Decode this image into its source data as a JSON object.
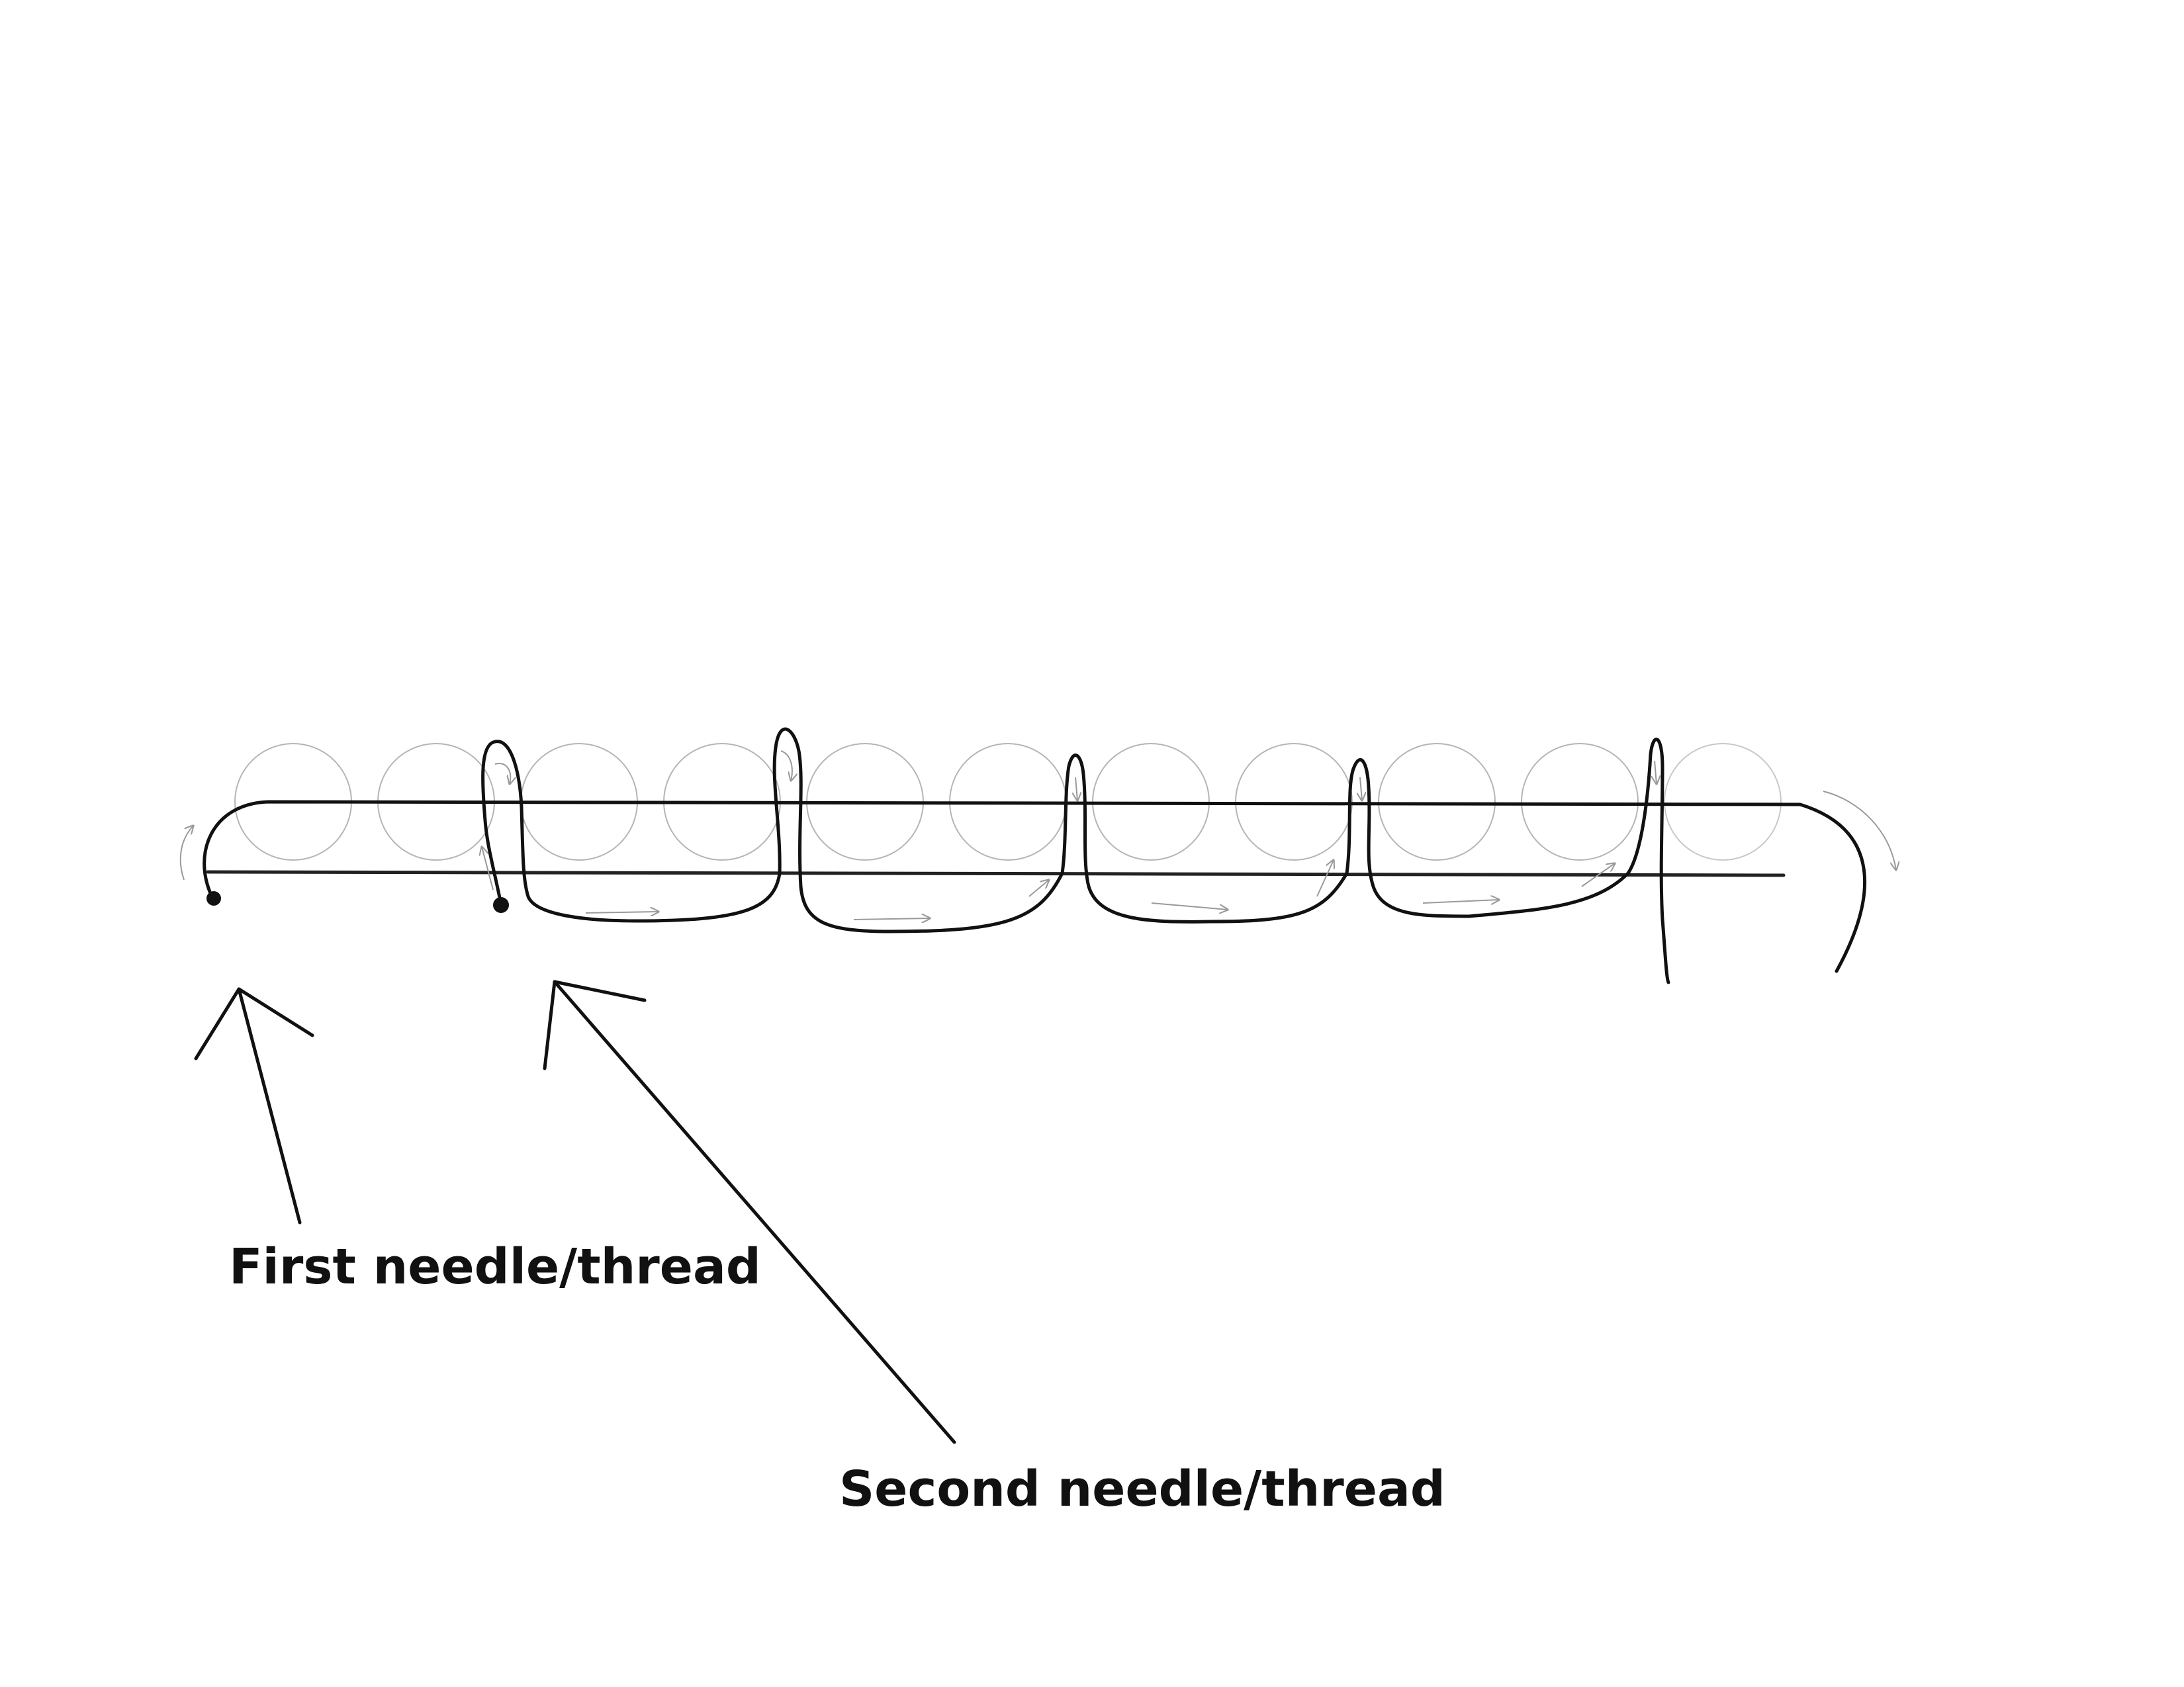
{
  "diagram": {
    "labels": {
      "first": "First needle/thread",
      "second": "Second needle/thread"
    },
    "bead_count": 11,
    "colors": {
      "thread": "#111111",
      "bead_outline": "#b5b5b5",
      "direction_arrow": "#9a9a9a",
      "background": "#ffffff"
    }
  }
}
